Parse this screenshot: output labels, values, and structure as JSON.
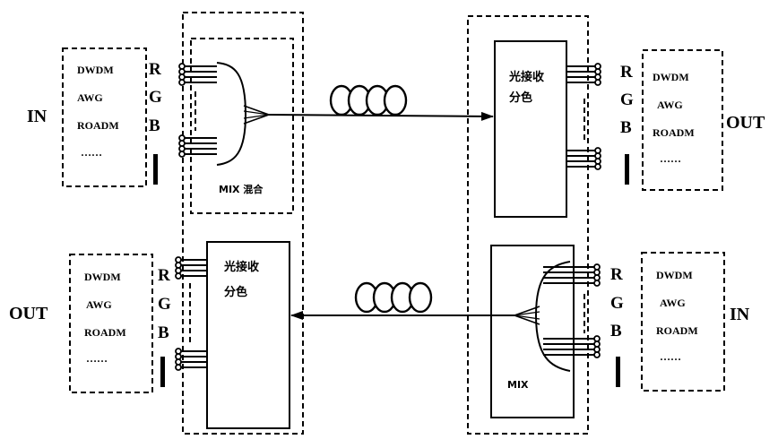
{
  "left_top": {
    "io_label": "IN",
    "items": [
      "DWDM",
      "AWG",
      "ROADM",
      "……"
    ],
    "channels": [
      "R",
      "G",
      "B"
    ],
    "mixer_label": "MIX 混合"
  },
  "right_top": {
    "receiver_label": [
      "光接收",
      "分色"
    ],
    "channels": [
      "R",
      "G",
      "B"
    ],
    "items": [
      "DWDM",
      "AWG",
      "ROADM",
      "……"
    ],
    "io_label": "OUT"
  },
  "left_bottom": {
    "io_label": "OUT",
    "items": [
      "DWDM",
      "AWG",
      "ROADM",
      "……"
    ],
    "channels": [
      "R",
      "G",
      "B"
    ],
    "receiver_label": [
      "光接收",
      "分色"
    ]
  },
  "right_bottom": {
    "mixer_label": "MIX",
    "channels": [
      "R",
      "G",
      "B"
    ],
    "items": [
      "DWDM",
      "AWG",
      "ROADM",
      "……"
    ],
    "io_label": "IN"
  }
}
